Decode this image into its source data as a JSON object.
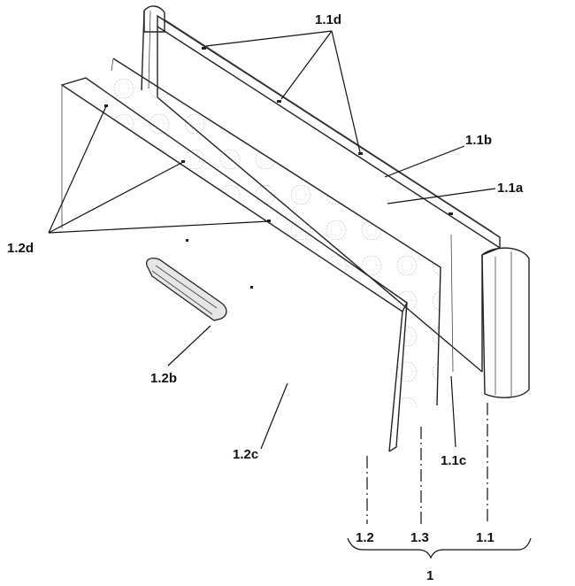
{
  "labels": {
    "l_1_1d": "1.1d",
    "l_1_1b": "1.1b",
    "l_1_1a": "1.1a",
    "l_1_2d": "1.2d",
    "l_1_2b": "1.2b",
    "l_1_2c": "1.2c",
    "l_1_1c": "1.1c",
    "l_1_2": "1.2",
    "l_1_3": "1.3",
    "l_1_1": "1.1",
    "l_1": "1"
  }
}
